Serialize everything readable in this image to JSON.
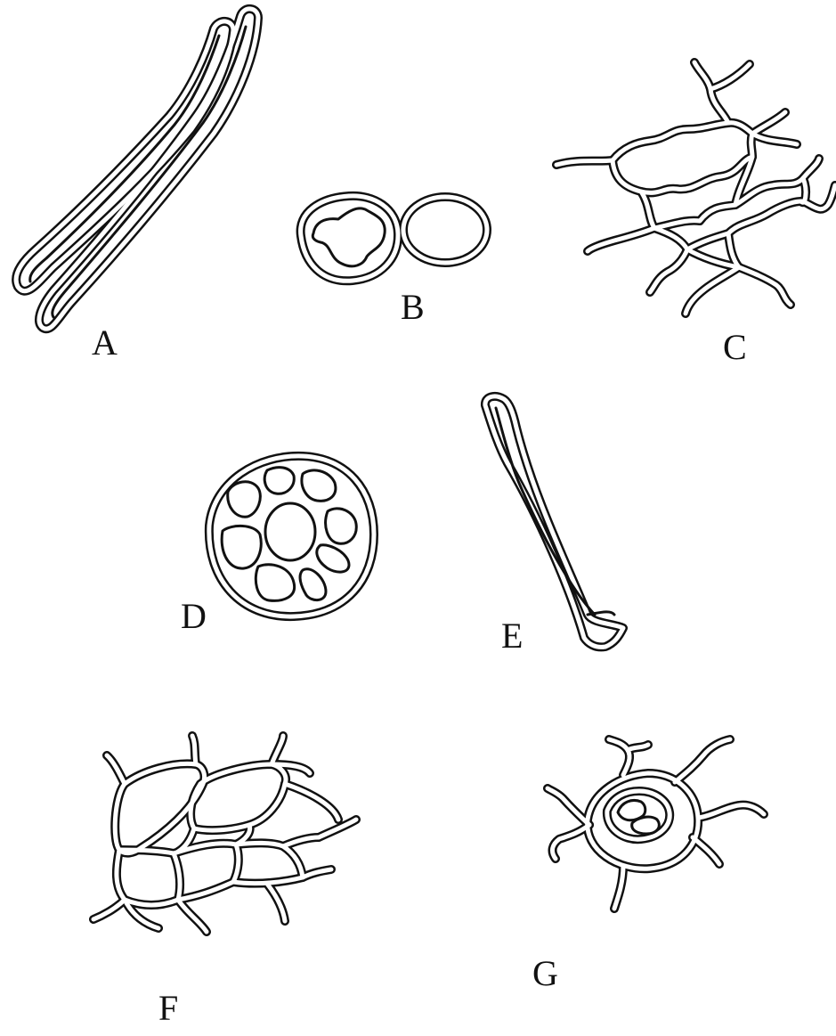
{
  "figure": {
    "labels": {
      "a": "A",
      "b": "B",
      "c": "C",
      "d": "D",
      "e": "E",
      "f": "F",
      "g": "G"
    },
    "ink_color": "#111111",
    "background": "#ffffff"
  }
}
